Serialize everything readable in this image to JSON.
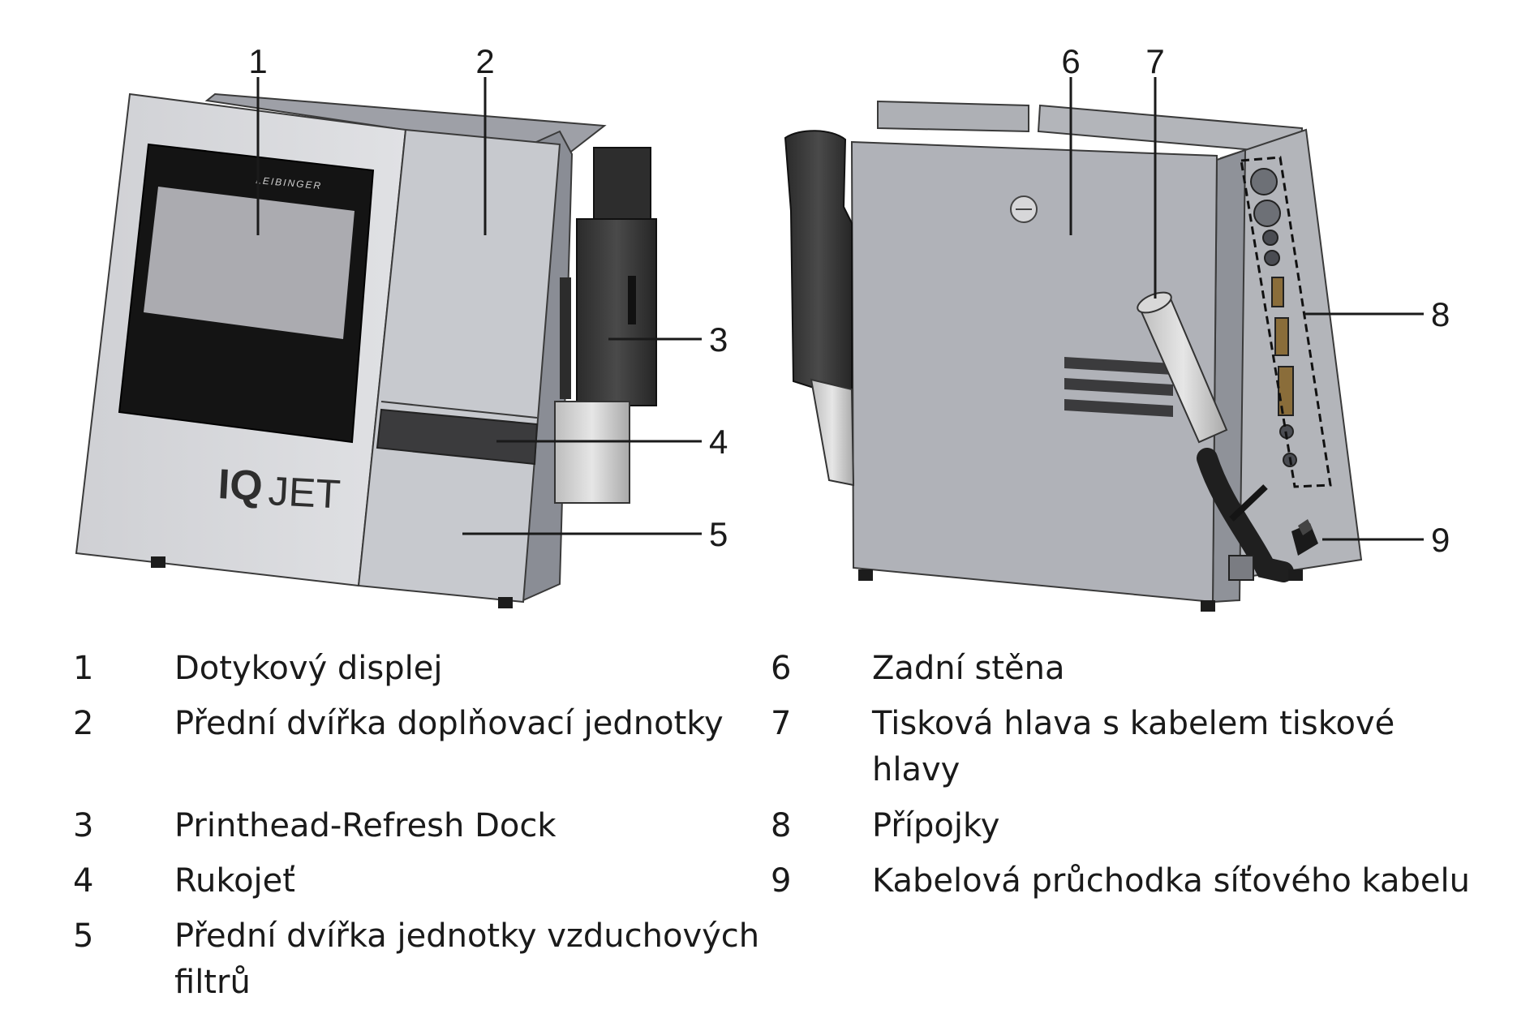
{
  "illustration": {
    "display_brand": "LEIBINGER",
    "front_logo_mark": "IQ",
    "front_logo_text": "JET",
    "callouts": [
      {
        "num": "1",
        "target": "touch-display"
      },
      {
        "num": "2",
        "target": "refill-unit-front-door"
      },
      {
        "num": "3",
        "target": "printhead-refresh-dock"
      },
      {
        "num": "4",
        "target": "handle"
      },
      {
        "num": "5",
        "target": "air-filter-unit-front-door"
      },
      {
        "num": "6",
        "target": "rear-wall"
      },
      {
        "num": "7",
        "target": "printhead-with-cable"
      },
      {
        "num": "8",
        "target": "connections"
      },
      {
        "num": "9",
        "target": "power-cable-gland"
      }
    ]
  },
  "legend": {
    "left": [
      {
        "num": "1",
        "lines": [
          "Dotykový displej"
        ]
      },
      {
        "num": "2",
        "lines": [
          "Přední dvířka doplňovací jednotky"
        ]
      },
      {
        "num": "3",
        "lines": [
          "Printhead-Refresh Dock"
        ]
      },
      {
        "num": "4",
        "lines": [
          "Rukojeť"
        ]
      },
      {
        "num": "5",
        "lines": [
          "Přední dvířka jednotky vzduchových",
          "filtrů"
        ]
      }
    ],
    "right": [
      {
        "num": "6",
        "lines": [
          "Zadní stěna"
        ]
      },
      {
        "num": "7",
        "lines": [
          "Tisková hlava s kabelem tiskové",
          "hlavy"
        ]
      },
      {
        "num": "8",
        "lines": [
          "Přípojky"
        ]
      },
      {
        "num": "9",
        "lines": [
          "Kabelová průchodka síťového kabelu"
        ]
      }
    ]
  }
}
